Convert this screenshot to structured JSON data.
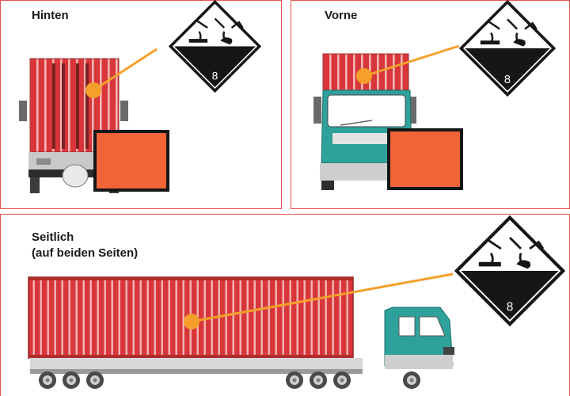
{
  "panels": {
    "rear": {
      "label": "Hinten"
    },
    "front": {
      "label": "Vorne"
    },
    "side": {
      "label_line1": "Seitlich",
      "label_line2": "(auf beiden Seiten)"
    }
  },
  "hazard_label": {
    "class_number": "8",
    "icon": "corrosive-substance-pictogram"
  },
  "orange_plate": {
    "icon": "blank-orange-warning-plate"
  },
  "colors": {
    "panel_border": "#e4524f",
    "container_red": "#d9363a",
    "container_stripe": "#f4b6b6",
    "cab_teal": "#2fa19b",
    "orange_plate": "#f06437",
    "leader_line": "#f6a02b",
    "hazard_black": "#161616"
  }
}
